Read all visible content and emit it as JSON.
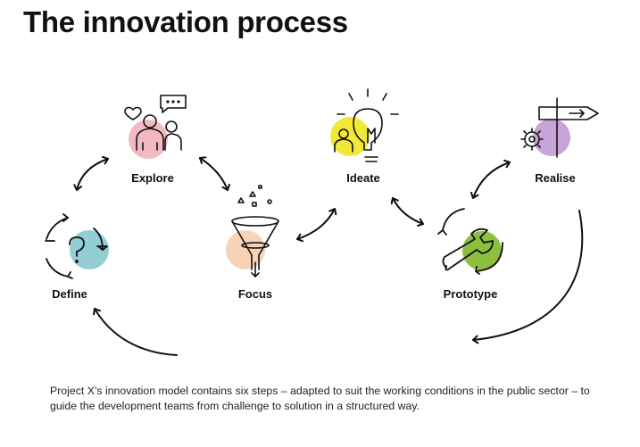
{
  "title": "The innovation process",
  "steps": [
    {
      "label": "Explore",
      "icon": "people-conversation-icon",
      "color": "#f3b9c3"
    },
    {
      "label": "Ideate",
      "icon": "lightbulb-icon",
      "color": "#f2e83a"
    },
    {
      "label": "Realise",
      "icon": "signpost-gear-icon",
      "color": "#c6a4d8"
    },
    {
      "label": "Define",
      "icon": "question-cycle-icon",
      "color": "#93cdd6"
    },
    {
      "label": "Focus",
      "icon": "funnel-icon",
      "color": "#f8d3b6"
    },
    {
      "label": "Prototype",
      "icon": "wrench-cycle-icon",
      "color": "#8cbf3f"
    }
  ],
  "caption": "Project X’s innovation model contains six steps – adapted to suit the working conditions in the public sector – to guide the development teams from challenge to solution in a structured way."
}
